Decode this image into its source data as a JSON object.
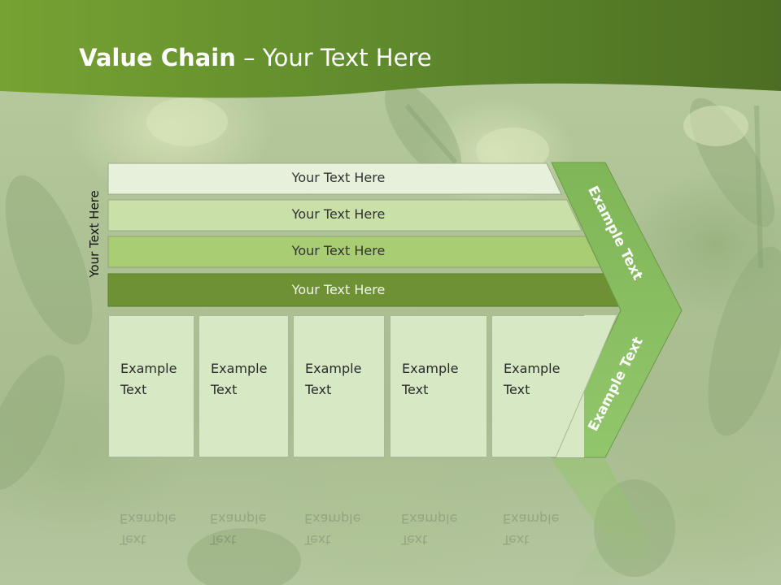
{
  "slide": {
    "title_bold": "Value Chain",
    "title_rest": " – Your Text Here",
    "side_label": "Your Text Here",
    "bars": [
      {
        "label": "Your Text Here"
      },
      {
        "label": "Your Text Here"
      },
      {
        "label": "Your Text Here"
      },
      {
        "label": "Your Text Here"
      }
    ],
    "boxes": [
      {
        "line1": "Example",
        "line2": "Text"
      },
      {
        "line1": "Example",
        "line2": "Text"
      },
      {
        "line1": "Example",
        "line2": "Text"
      },
      {
        "line1": "Example",
        "line2": "Text"
      },
      {
        "line1": "Example",
        "line2": "Text"
      }
    ],
    "arrow_top_label": "Example Text",
    "arrow_bottom_label": "Example Text"
  },
  "colors": {
    "header_green": "#6d9430",
    "bar1": "#e6f0da",
    "bar2": "#c9e0a8",
    "bar3": "#a9cd72",
    "bar4": "#6e9134",
    "arrow": "#8cc265",
    "box": "#d6e8c4"
  }
}
